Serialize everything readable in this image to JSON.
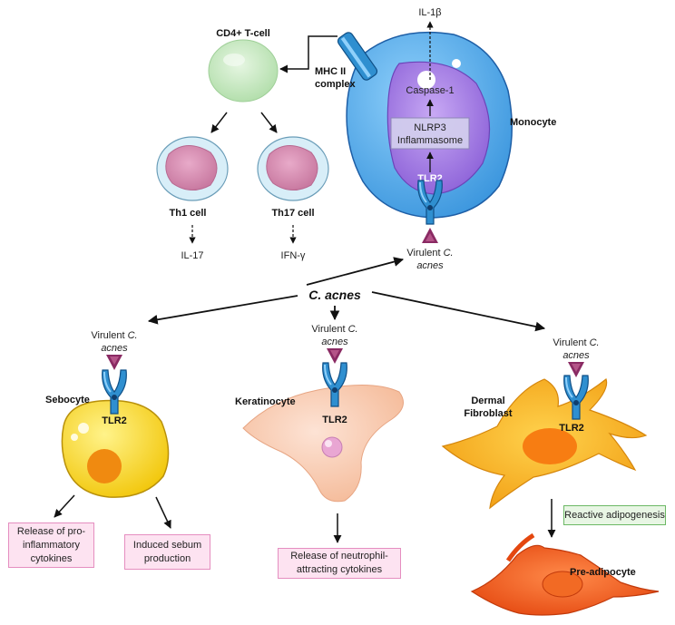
{
  "labels": {
    "cd4_tcell": "CD4+ T-cell",
    "mhc_line1": "MHC II",
    "mhc_line2": "complex",
    "il1b": "IL-1β",
    "caspase": "Caspase-1",
    "nlrp3_line1": "NLRP3",
    "nlrp3_line2": "Inflammasome",
    "monocyte": "Monocyte",
    "tlr2": "TLR2",
    "th1": "Th1 cell",
    "th17": "Th17 cell",
    "il17": "IL-17",
    "ifng": "IFN-γ",
    "virulent_prefix": "Virulent ",
    "c_letter": "C.",
    "acnes": "acnes",
    "c_acnes": "C. acnes",
    "sebocyte": "Sebocyte",
    "keratinocyte": "Keratinocyte",
    "dermal_line1": "Dermal",
    "dermal_line2": "Fibroblast",
    "pre_adipocyte": "Pre-adipocyte"
  },
  "boxes": {
    "pro_inflammatory": "Release of pro-inflammatory cytokines",
    "sebum": "Induced sebum production",
    "neutrophil": "Release of neutrophil-attracting cytokines",
    "adipogenesis": "Reactive adipogenesis"
  },
  "colors": {
    "monocyte": "#4fa8e8",
    "nucleus": "#a67ee6",
    "tcell": "#c9e9c4",
    "th_cell": "#d88fb3",
    "sebocyte": "#f6d21a",
    "keratinocyte": "#f7c3a8",
    "fibroblast": "#f4ab1f",
    "pre_adipocyte": "#ee5a1c",
    "receptor": "#2f8fd0",
    "ligand": "#8a2a63"
  }
}
